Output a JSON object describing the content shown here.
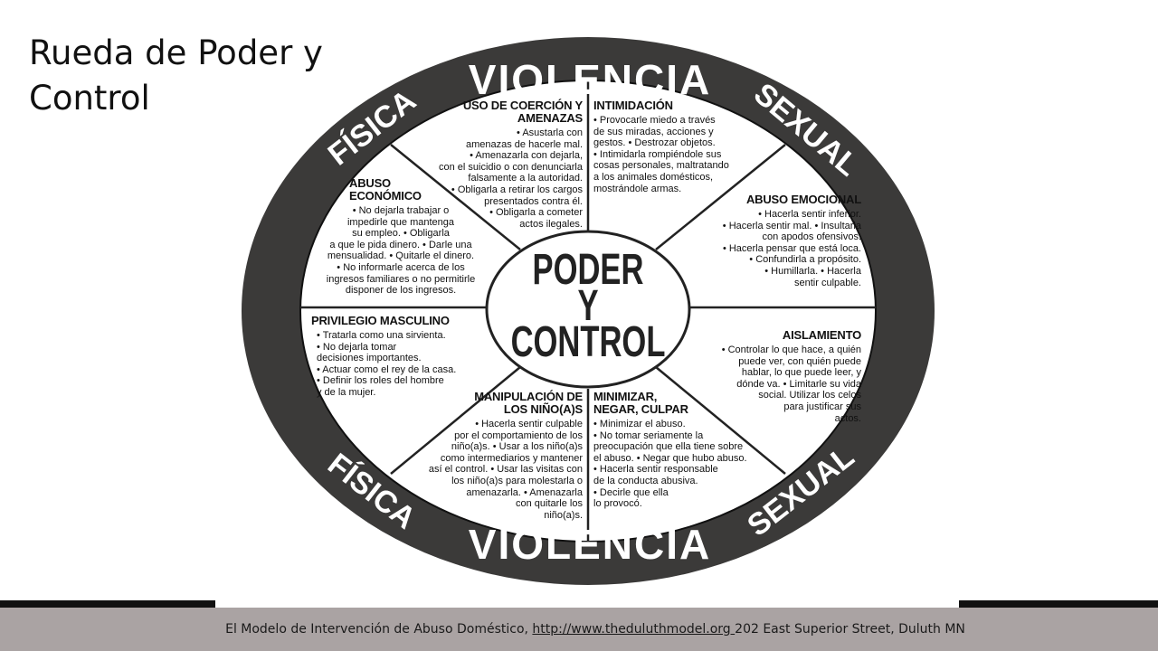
{
  "slide": {
    "title": "Rueda de Poder y Control"
  },
  "wheel": {
    "outer_ring_words": {
      "violencia_top": "VIOLENCIA",
      "violencia_bottom": "VIOLENCIA",
      "fisica_top": "FÍSICA",
      "fisica_bottom": "FÍSICA",
      "sexual_top": "SEXUAL",
      "sexual_bottom": "SEXUAL"
    },
    "center": {
      "line1": "PODER",
      "line2": "Y",
      "line3": "CONTROL"
    },
    "segments": [
      {
        "title": "USO DE COERCIÓN Y AMENAZAS",
        "body": "• Asustarla con\namenazas de hacerle mal.\n• Amenazarla con dejarla,\ncon el suicidio o con denunciarla\nfalsamente a la autoridad.\n• Obligarla a retirar los cargos\npresentados contra él.\n• Obligarla a cometer\nactos ilegales."
      },
      {
        "title": "INTIMIDACIÓN",
        "body": "• Provocarle miedo a través\nde sus miradas, acciones y\ngestos. • Destrozar objetos.\n• Intimidarla rompiéndole sus\ncosas personales, maltratando\na los animales domésticos,\nmostrándole armas."
      },
      {
        "title": "ABUSO EMOCIONAL",
        "body": "• Hacerla sentir inferior.\n• Hacerla sentir mal. • Insultarla\ncon apodos ofensivos.\n• Hacerla pensar que está loca.\n• Confundirla a propósito.\n• Humillarla. • Hacerla\nsentir culpable."
      },
      {
        "title": "AISLAMIENTO",
        "body": "• Controlar lo que hace, a quién\npuede ver, con quién puede\nhablar, lo que puede leer, y\ndónde va. • Limitarle su vida\nsocial. Utilizar los celos\npara justificar sus\nactos."
      },
      {
        "title": "MINIMIZAR, NEGAR, CULPAR",
        "body": "• Minimizar el abuso.\n• No tomar seriamente la\npreocupación que ella tiene sobre\nel abuso. • Negar que hubo abuso.\n• Hacerla sentir responsable\nde la conducta abusiva.\n• Decirle que ella\nlo provocó."
      },
      {
        "title": "MANIPULACIÓN DE LOS NIÑO(A)S",
        "body": "• Hacerla sentir culpable\npor el comportamiento de los\nniño(a)s. • Usar a los niño(a)s\ncomo intermediarios y mantener\nasí el control. • Usar las visitas con\nlos niño(a)s para molestarla o\namenazarla. • Amenazarla\ncon quitarle los\nniño(a)s."
      },
      {
        "title": "PRIVILEGIO MASCULINO",
        "body": "• Tratarla como una sirvienta.\n• No dejarla tomar\ndecisiones importantes.\n• Actuar como el rey de la casa.\n• Definir los roles del hombre\ny de la mujer."
      },
      {
        "title": "ABUSO ECONÓMICO",
        "body": "• No dejarla trabajar o\nimpedirle que mantenga\nsu empleo. • Obligarla\na que le pida dinero. • Darle una\nmensualidad. • Quitarle el dinero.\n• No informarle acerca de los\ningresos familiares o no permitirle\ndisponer de los ingresos."
      }
    ]
  },
  "footer": {
    "prefix": "El Modelo de Intervención de Abuso Doméstico, ",
    "link": "http://www.theduluthmodel.org ",
    "suffix": "202 East Superior Street, Duluth MN"
  },
  "colors": {
    "ring": "#3b3a39",
    "footer_bar": "#aaa3a3"
  }
}
